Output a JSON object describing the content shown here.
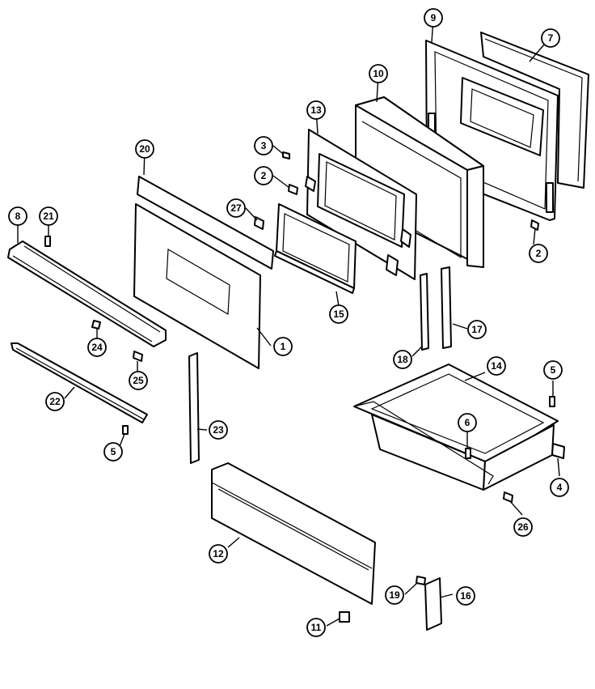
{
  "callouts": [
    {
      "id": "c1",
      "label": "1"
    },
    {
      "id": "c2a",
      "label": "2"
    },
    {
      "id": "c2b",
      "label": "2"
    },
    {
      "id": "c3",
      "label": "3"
    },
    {
      "id": "c4",
      "label": "4"
    },
    {
      "id": "c5a",
      "label": "5"
    },
    {
      "id": "c5b",
      "label": "5"
    },
    {
      "id": "c6",
      "label": "6"
    },
    {
      "id": "c7",
      "label": "7"
    },
    {
      "id": "c8",
      "label": "8"
    },
    {
      "id": "c9",
      "label": "9"
    },
    {
      "id": "c10",
      "label": "10"
    },
    {
      "id": "c11",
      "label": "11"
    },
    {
      "id": "c12",
      "label": "12"
    },
    {
      "id": "c13",
      "label": "13"
    },
    {
      "id": "c14",
      "label": "14"
    },
    {
      "id": "c15",
      "label": "15"
    },
    {
      "id": "c16",
      "label": "16"
    },
    {
      "id": "c17",
      "label": "17"
    },
    {
      "id": "c18",
      "label": "18"
    },
    {
      "id": "c19",
      "label": "19"
    },
    {
      "id": "c20",
      "label": "20"
    },
    {
      "id": "c21",
      "label": "21"
    },
    {
      "id": "c22",
      "label": "22"
    },
    {
      "id": "c23",
      "label": "23"
    },
    {
      "id": "c24",
      "label": "24"
    },
    {
      "id": "c25",
      "label": "25"
    },
    {
      "id": "c26",
      "label": "26"
    },
    {
      "id": "c27",
      "label": "27"
    }
  ]
}
